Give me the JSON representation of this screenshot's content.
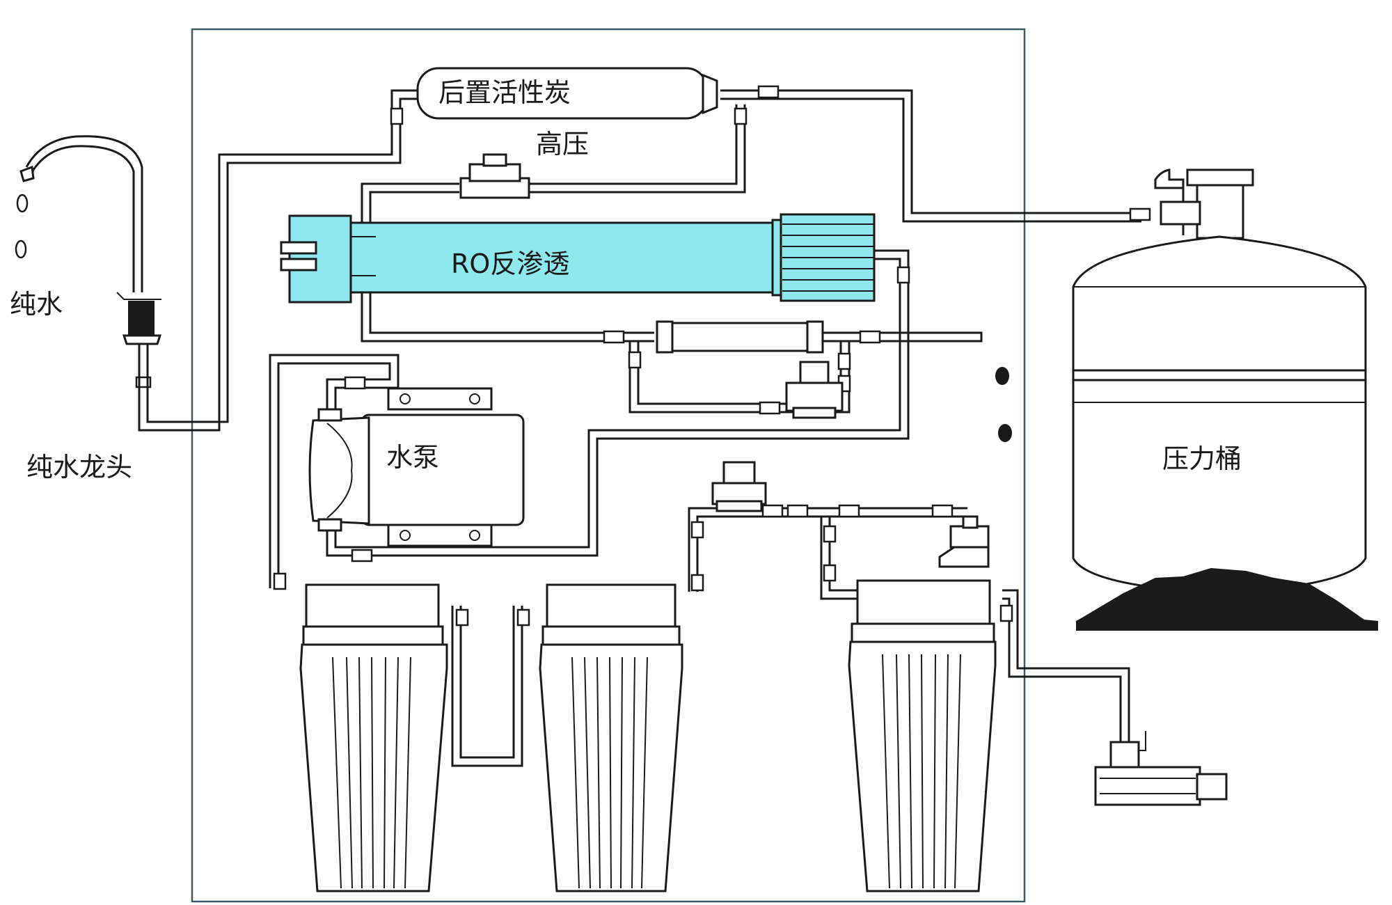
{
  "labels": {
    "post_carbon": "后置活性炭",
    "high_pressure": "高压",
    "ro_membrane": "RO反渗透",
    "pure_water": "纯水",
    "faucet": "纯水龙头",
    "pump": "水泵",
    "tank": "压力桶"
  },
  "colors": {
    "membrane": "#8ee8ee",
    "line": "#1a1a1a",
    "frame": "#3a5a6a",
    "tank_base": "#1a1a1a"
  },
  "icons": {
    "faucet": "faucet-icon",
    "tank": "pressure-tank-icon",
    "pump": "pump-icon",
    "filters": "filter-housing-icon",
    "valve": "valve-icon"
  }
}
